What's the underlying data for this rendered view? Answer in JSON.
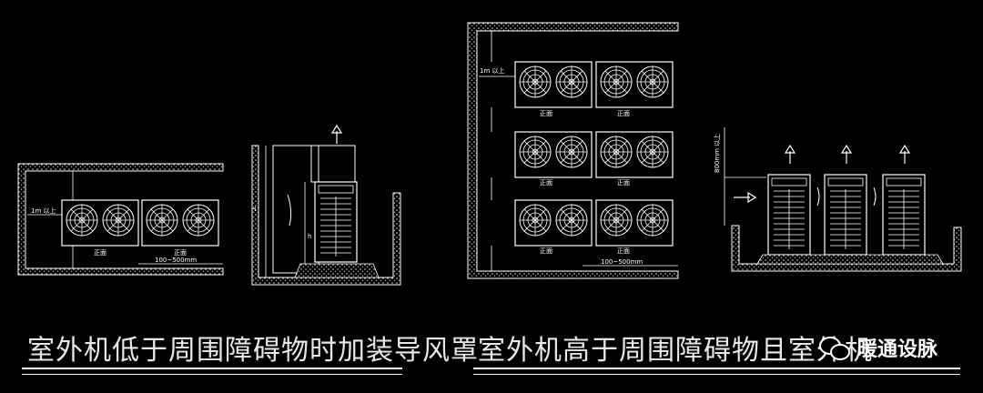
{
  "diagram": {
    "left_caption": "室外机低于周围障碍物时加装导风罩",
    "right_caption": "室外机高于周围障碍物且室外机",
    "front_label": "正面",
    "gap_label": "100~500mm",
    "gap_label_right": "100~500mm",
    "clear_label_1m": "1m 以上",
    "clear_label_1m_short": "1m 以上",
    "clear_label_h": "H",
    "clear_label_h_small": "h",
    "clear_label_800": "800mm 以上",
    "watermark": "暖通设脉"
  },
  "colors": {
    "line": "#ffffff",
    "background": "#000000",
    "caption": "#e8e8e8"
  }
}
